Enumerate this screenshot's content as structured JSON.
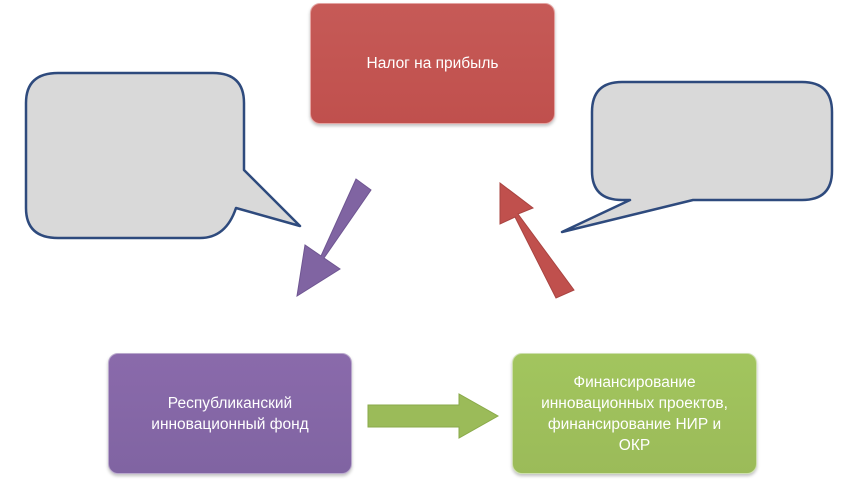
{
  "diagram": {
    "nodes": {
      "tax": {
        "label": "Налог на прибыль"
      },
      "fund": {
        "label": "Республиканский\nинновационный фонд"
      },
      "financing": {
        "label": "Финансирование\nинновационных проектов,\nфинансирование НИР и\nОКР"
      }
    },
    "callouts": {
      "left": {
        "text": ""
      },
      "right": {
        "text": ""
      }
    },
    "colors": {
      "tax": "#c0504d",
      "fund": "#8064a2",
      "financing": "#9bbb59",
      "callout_fill": "#d9d9d9",
      "callout_stroke": "#2e4a7d"
    },
    "edges": [
      {
        "from": "tax",
        "to": "fund",
        "color": "#8064a2"
      },
      {
        "from": "fund",
        "to": "financing",
        "color": "#9bbb59"
      },
      {
        "from": "financing",
        "to": "tax",
        "color": "#c0504d"
      }
    ]
  }
}
